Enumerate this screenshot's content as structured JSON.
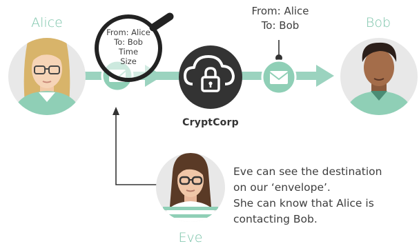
{
  "people": {
    "alice": "Alice",
    "bob": "Bob",
    "eve": "Eve"
  },
  "magnifier_lines": [
    "From: Alice",
    "To: Bob",
    "Time",
    "Size"
  ],
  "envelope_label": [
    "From: Alice",
    "To: Bob"
  ],
  "service": {
    "name": "CryptCorp",
    "icon": "cloud-lock-icon"
  },
  "eve_note": [
    "Eve can see the destination",
    "on our ‘envelope’.",
    "She can know that Alice is",
    "contacting Bob."
  ],
  "colors": {
    "accent_green": "#7cc4aa",
    "dark": "#333333",
    "avatar_bg": "#e8e8e8"
  }
}
